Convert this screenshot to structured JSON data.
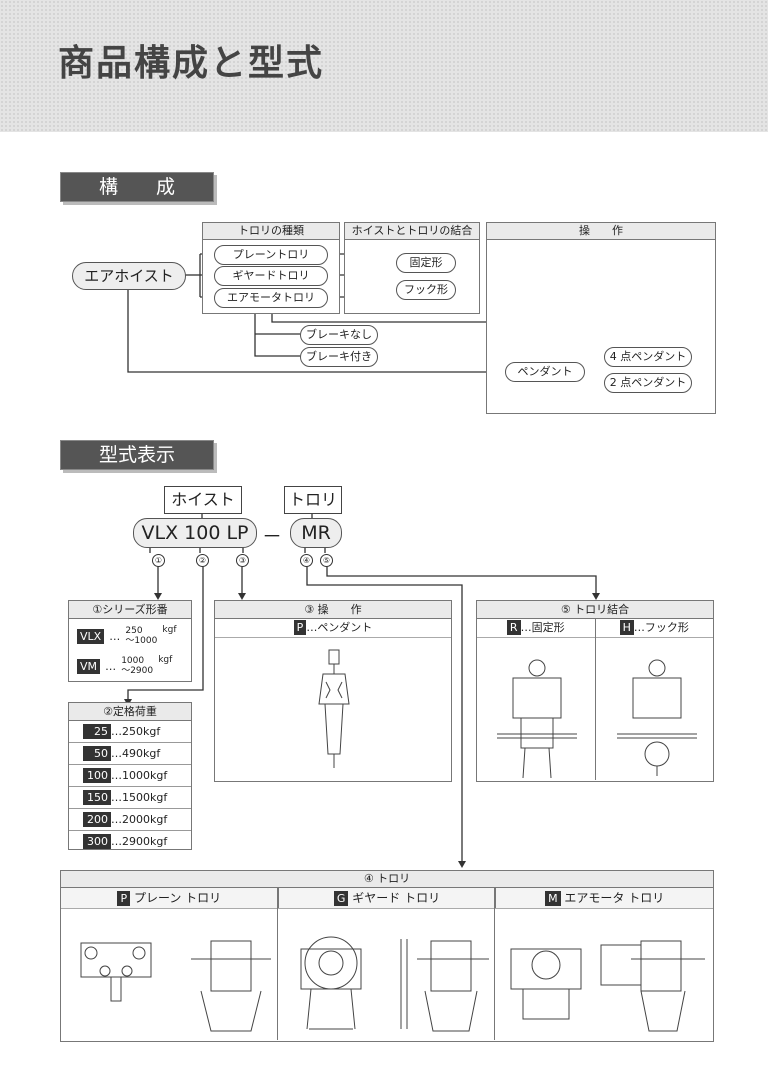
{
  "page_title": "商品構成と型式",
  "section1": {
    "heading": "構　　成",
    "hoist": "エアホイスト",
    "trolley_type_header": "トロリの種類",
    "trolley_types": [
      "プレーントロリ",
      "ギヤードトロリ",
      "エアモータトロリ"
    ],
    "coupling_header": "ホイストとトロリの結合",
    "couplings": [
      "固定形",
      "フック形"
    ],
    "operation_header": "操　　作",
    "brakes": [
      "ブレーキなし",
      "ブレーキ付き"
    ],
    "pendant": "ペンダント",
    "pendant_types": [
      "4 点ペンダント",
      "2 点ペンダント"
    ]
  },
  "section2": {
    "heading": "型式表示",
    "hoist_label": "ホイスト",
    "trolley_label": "トロリ",
    "code_hoist": "VLX 100 LP",
    "dash": "－",
    "code_trolley": "MR",
    "markers": [
      "①",
      "②",
      "③",
      "④",
      "⑤"
    ],
    "series": {
      "header": "①シリーズ形番",
      "items": [
        {
          "code": "VLX",
          "dots": "…",
          "range_top": "250",
          "range_bottom": "～1000",
          "unit": "kgf"
        },
        {
          "code": "VM",
          "dots": "…",
          "range_top": "1000",
          "range_bottom": "～2900",
          "unit": "kgf"
        }
      ]
    },
    "capacity": {
      "header": "②定格荷重",
      "items": [
        {
          "code": "25",
          "value": "…250kgf"
        },
        {
          "code": "50",
          "value": "…490kgf"
        },
        {
          "code": "100",
          "value": "…1000kgf"
        },
        {
          "code": "150",
          "value": "…1500kgf"
        },
        {
          "code": "200",
          "value": "…2000kgf"
        },
        {
          "code": "300",
          "value": "…2900kgf"
        }
      ]
    },
    "operation": {
      "header": "③ 操　　作",
      "code": "P",
      "text": "…ペンダント"
    },
    "coupling": {
      "header": "⑤ トロリ結合",
      "items": [
        {
          "code": "R",
          "text": "…固定形"
        },
        {
          "code": "H",
          "text": "…フック形"
        }
      ]
    },
    "trolley": {
      "header": "④ トロリ",
      "items": [
        {
          "code": "P",
          "text": "プレーン トロリ"
        },
        {
          "code": "G",
          "text": "ギヤード トロリ"
        },
        {
          "code": "M",
          "text": "エアモータ トロリ"
        }
      ]
    }
  }
}
